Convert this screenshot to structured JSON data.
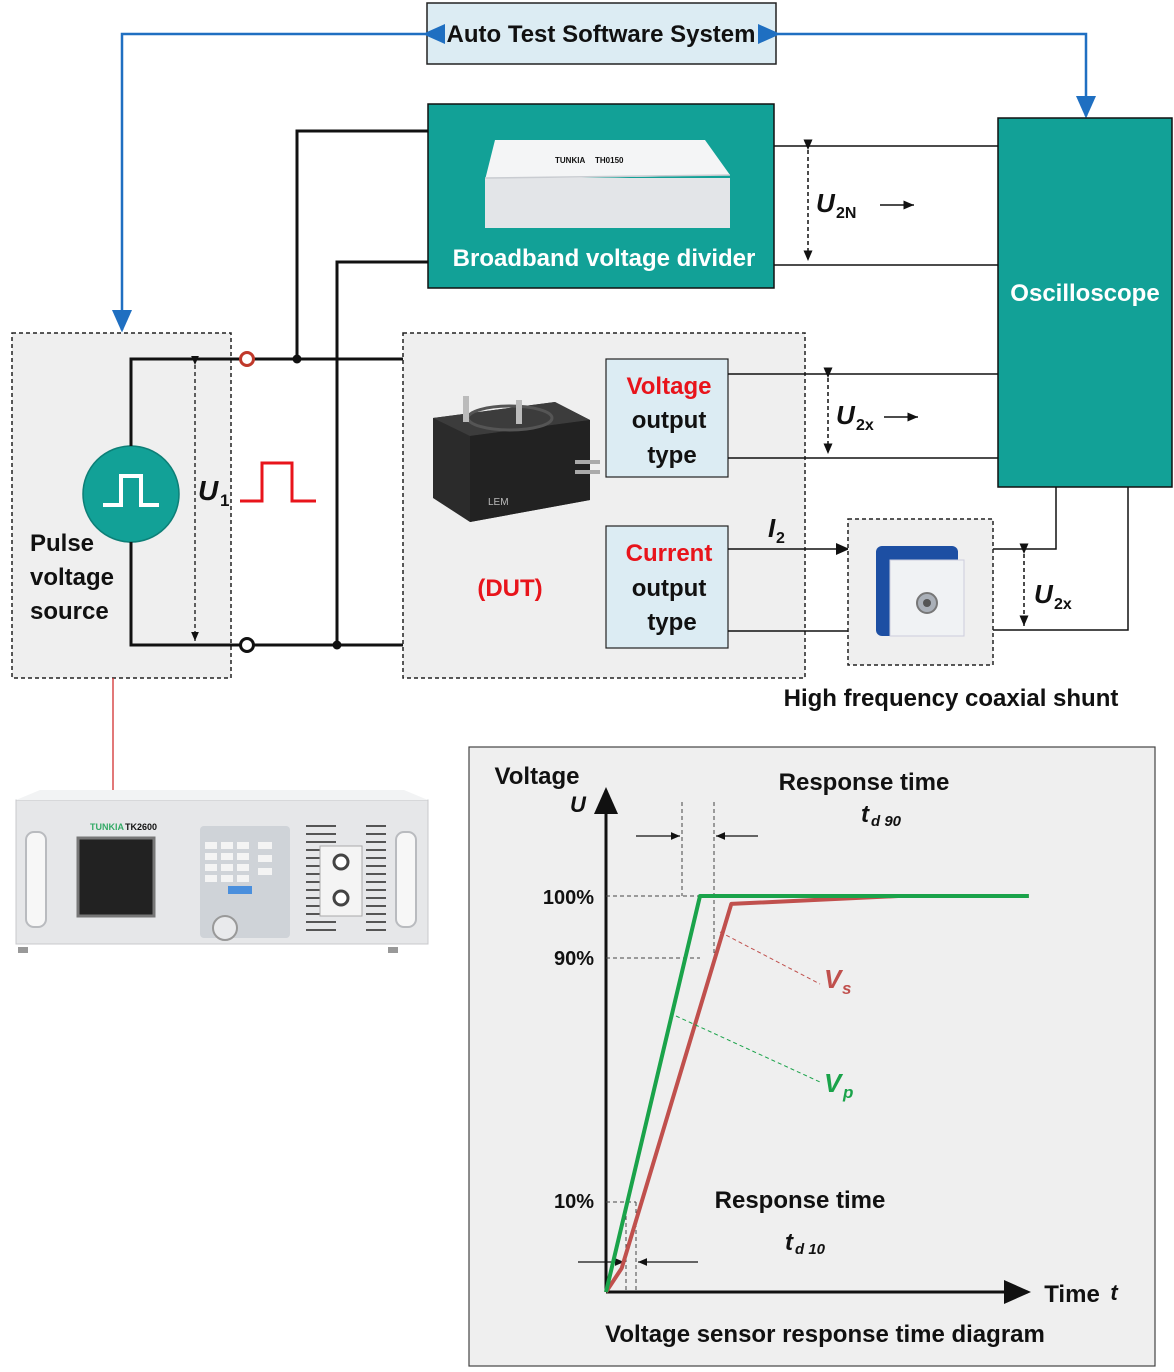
{
  "top": {
    "software_label": "Auto Test Software System"
  },
  "divider": {
    "label": "Broadband voltage divider",
    "device_brand": "TUNKIA",
    "device_model": "TH0150"
  },
  "oscilloscope": {
    "label": "Oscilloscope"
  },
  "source": {
    "label_lines": [
      "Pulse",
      "voltage",
      "source"
    ],
    "u1_main": "U",
    "u1_sub": "1"
  },
  "u2n": {
    "main": "U",
    "sub": "2N"
  },
  "dut": {
    "label": "(DUT)",
    "device_brand": "LEM",
    "voltage_box": {
      "line1": "Voltage",
      "line2": "output",
      "line3": "type"
    },
    "current_box": {
      "line1": "Current",
      "line2": "output",
      "line3": "type"
    },
    "u2x_main": "U",
    "u2x_sub": "2x",
    "i2_main": "I",
    "i2_sub": "2"
  },
  "shunt": {
    "label": "High frequency coaxial shunt",
    "u2x_main": "U",
    "u2x_sub": "2x"
  },
  "instrument": {
    "brand": "TUNKIA",
    "model": "TK2600"
  },
  "chart_data": {
    "type": "line",
    "title": "Voltage sensor response time diagram",
    "ylabel_line1": "Voltage",
    "ylabel_symbol": "U",
    "xlabel": "Time",
    "xlabel_symbol": "t",
    "y_ticks": [
      "100%",
      "90%",
      "10%"
    ],
    "response_90": {
      "label": "Response time",
      "symbol": "t",
      "sub": "d 90"
    },
    "response_10": {
      "label": "Response time",
      "symbol": "t",
      "sub": "d 10"
    },
    "series": [
      {
        "name": "V",
        "sub": "p",
        "color": "#1aa34a",
        "points": [
          [
            0,
            0
          ],
          [
            1.8,
            1.0
          ],
          [
            8.1,
            1.0
          ]
        ]
      },
      {
        "name": "V",
        "sub": "s",
        "color": "#c0504d",
        "points": [
          [
            0,
            0
          ],
          [
            0.3,
            0.06
          ],
          [
            2.4,
            0.98
          ],
          [
            5.6,
            1.0
          ],
          [
            8.1,
            1.0
          ]
        ]
      }
    ]
  },
  "colors": {
    "teal": "#12a197",
    "light_blue": "#dcecf3",
    "blue_arrow": "#1f6fc1",
    "red_text": "#e8141b",
    "pulse_red": "#e8141b",
    "panel_gray": "#efefef"
  }
}
